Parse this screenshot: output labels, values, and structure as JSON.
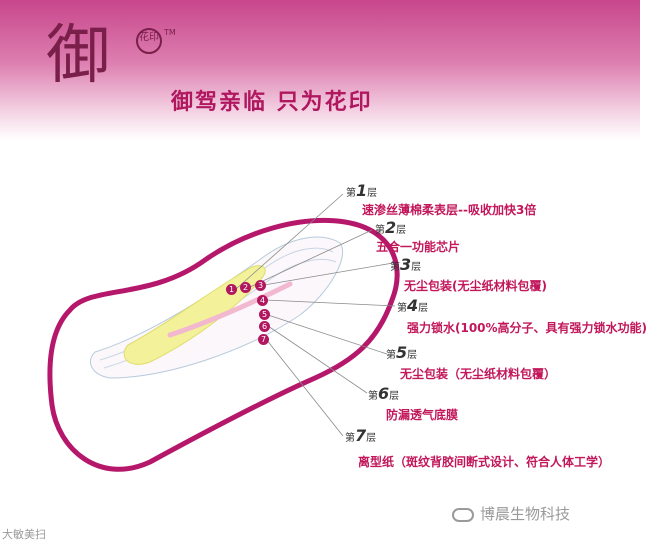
{
  "brand": {
    "logo_char": "御",
    "seal_text": "花印",
    "tm": "TM",
    "slogan": "御驾亲临  只为花印"
  },
  "layers": [
    {
      "prefix": "第",
      "num": "1",
      "suffix": "层",
      "badge": "1",
      "desc": "速渗丝薄棉柔表层--吸收加快3倍"
    },
    {
      "prefix": "第",
      "num": "2",
      "suffix": "层",
      "badge": "2",
      "desc": "五合一功能芯片"
    },
    {
      "prefix": "第",
      "num": "3",
      "suffix": "层",
      "badge": "3",
      "desc": "无尘包装(无尘纸材料包覆)"
    },
    {
      "prefix": "第",
      "num": "4",
      "suffix": "层",
      "badge": "4",
      "desc": "强力锁水(100%高分子、具有强力锁水功能)"
    },
    {
      "prefix": "第",
      "num": "5",
      "suffix": "层",
      "badge": "5",
      "desc": "无尘包装（无尘纸材料包覆）"
    },
    {
      "prefix": "第",
      "num": "6",
      "suffix": "层",
      "badge": "6",
      "desc": "防漏透气底膜"
    },
    {
      "prefix": "第",
      "num": "7",
      "suffix": "层",
      "badge": "7",
      "desc": "离型纸（斑纹背胶间断式设计、符合人体工学）"
    }
  ],
  "watermarks": {
    "left": "大敏美扫",
    "right": "博晨生物科技"
  },
  "colors": {
    "brand": "#b0175f",
    "outline": "#b5176a",
    "core": "#f3f19a"
  }
}
